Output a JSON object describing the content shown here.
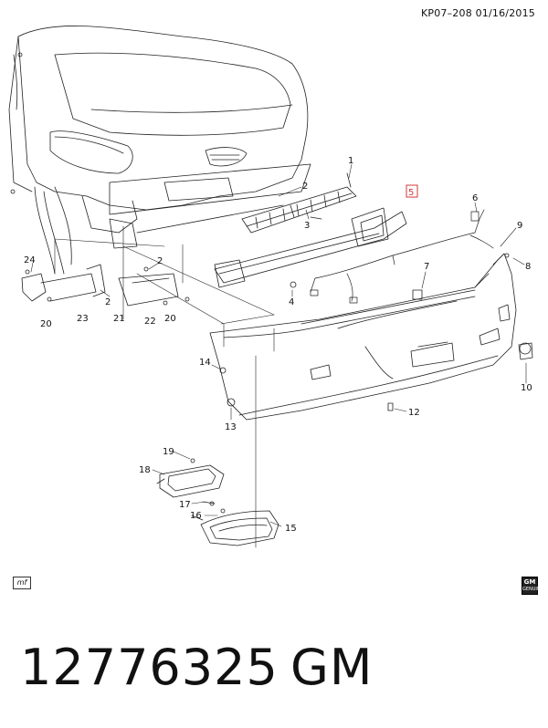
{
  "header": {
    "code": "KP07–208  01/16/2015"
  },
  "callouts": [
    {
      "id": "c1",
      "label": "1"
    },
    {
      "id": "c2a",
      "label": "2"
    },
    {
      "id": "c3",
      "label": "3"
    },
    {
      "id": "c4",
      "label": "4"
    },
    {
      "id": "c5",
      "label": "5"
    },
    {
      "id": "c6",
      "label": "6"
    },
    {
      "id": "c7",
      "label": "7"
    },
    {
      "id": "c8",
      "label": "8"
    },
    {
      "id": "c9",
      "label": "9"
    },
    {
      "id": "c10",
      "label": "10"
    },
    {
      "id": "c12",
      "label": "12"
    },
    {
      "id": "c13",
      "label": "13"
    },
    {
      "id": "c14",
      "label": "14"
    },
    {
      "id": "c15",
      "label": "15"
    },
    {
      "id": "c16",
      "label": "16"
    },
    {
      "id": "c17",
      "label": "17"
    },
    {
      "id": "c18",
      "label": "18"
    },
    {
      "id": "c19",
      "label": "19"
    },
    {
      "id": "c20a",
      "label": "20"
    },
    {
      "id": "c20b",
      "label": "20"
    },
    {
      "id": "c21",
      "label": "21"
    },
    {
      "id": "c22",
      "label": "22"
    },
    {
      "id": "c23",
      "label": "23"
    },
    {
      "id": "c24",
      "label": "24"
    },
    {
      "id": "c2b",
      "label": "2"
    },
    {
      "id": "c2c",
      "label": "2"
    }
  ],
  "badges": {
    "mf": "mf",
    "gm_top": "GM",
    "gm_bottom": "GENUINE"
  },
  "footer": {
    "part_number": "12776325",
    "brand": "GM"
  },
  "colors": {
    "line": "#222222",
    "highlight": "#d23a3a"
  }
}
